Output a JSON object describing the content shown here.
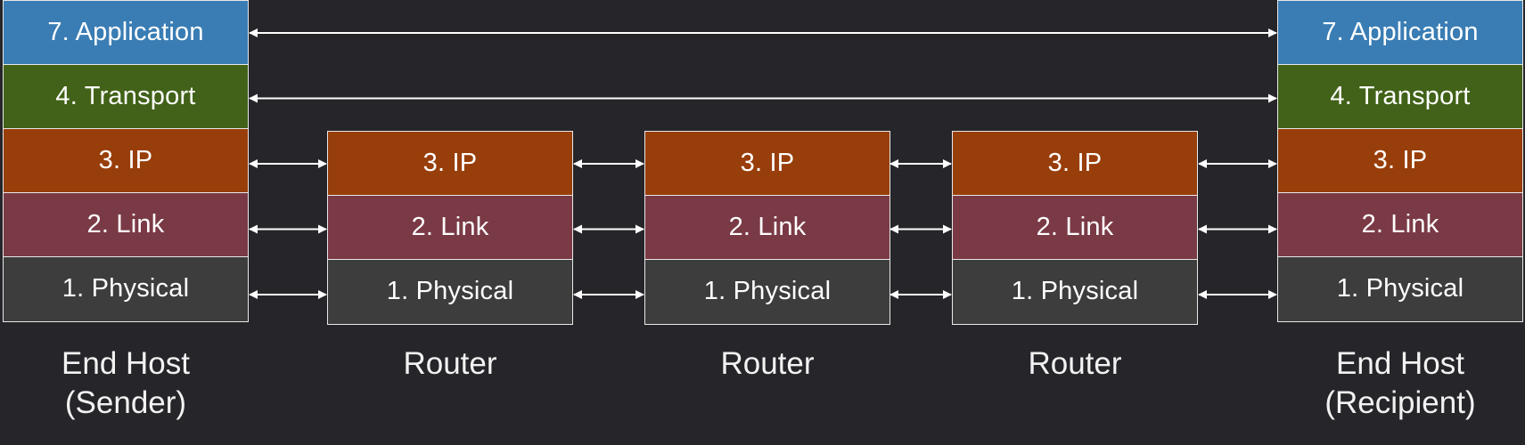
{
  "layers": {
    "application": "7. Application",
    "transport": "4. Transport",
    "ip": "3. IP",
    "link": "2. Link",
    "physical": "1. Physical"
  },
  "devices": [
    {
      "type": "end-host",
      "line1": "End Host",
      "line2": "(Sender)"
    },
    {
      "type": "router",
      "line1": "Router",
      "line2": ""
    },
    {
      "type": "router",
      "line1": "Router",
      "line2": ""
    },
    {
      "type": "router",
      "line1": "Router",
      "line2": ""
    },
    {
      "type": "end-host",
      "line1": "End Host",
      "line2": "(Recipient)"
    }
  ],
  "colors": {
    "background": "#26252a",
    "application": "#3a7db4",
    "transport": "#416218",
    "ip": "#983e0a",
    "link": "#7a3a45",
    "physical": "#3d3d3d",
    "arrow": "#ffffff"
  }
}
